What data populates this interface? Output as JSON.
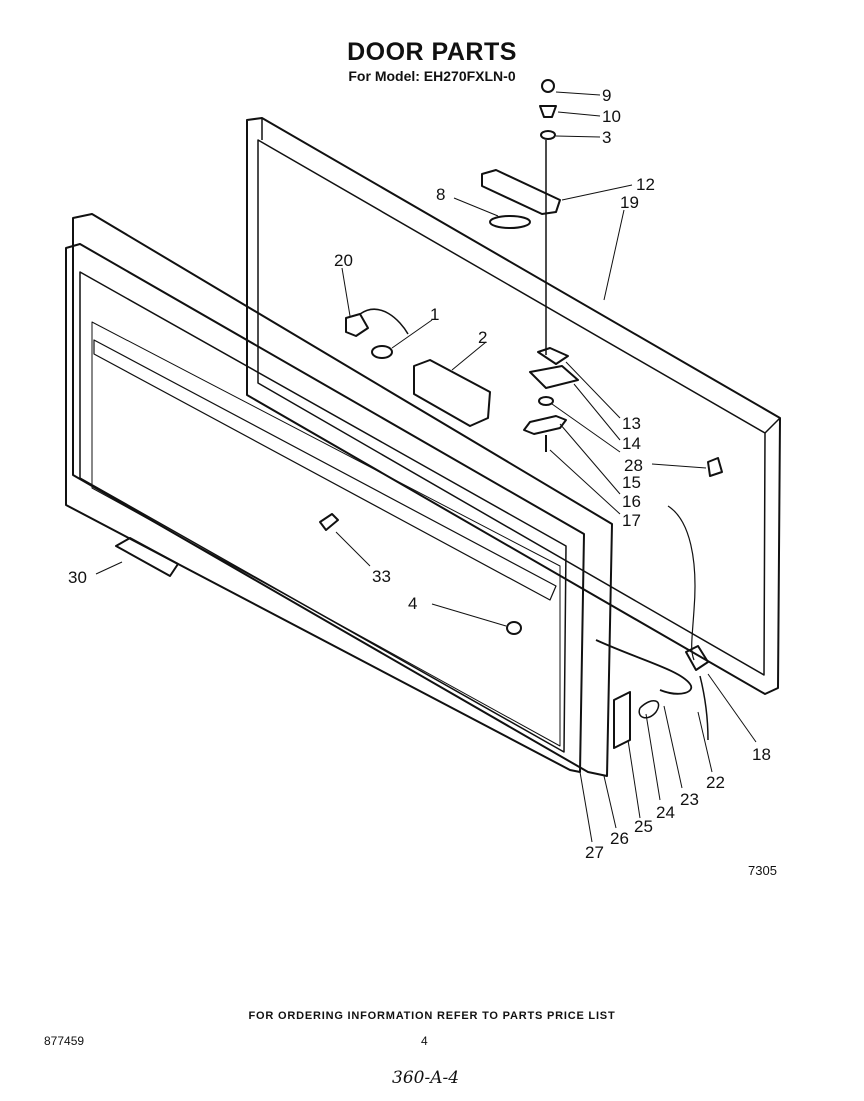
{
  "title": "DOOR PARTS",
  "subtitle": "For Model: EH270FXLN-0",
  "figure_number": "7305",
  "footer": {
    "ordering_note": "FOR ORDERING INFORMATION REFER TO PARTS PRICE LIST",
    "doc_number": "877459",
    "page_number": "4",
    "handwritten_ref": "360-A-4"
  },
  "callouts": [
    "9",
    "10",
    "3",
    "12",
    "19",
    "8",
    "20",
    "1",
    "2",
    "13",
    "14",
    "15",
    "16",
    "17",
    "28",
    "30",
    "33",
    "4",
    "18",
    "22",
    "23",
    "24",
    "25",
    "26",
    "27"
  ],
  "colors": {
    "ink": "#111111",
    "paper": "#ffffff"
  }
}
